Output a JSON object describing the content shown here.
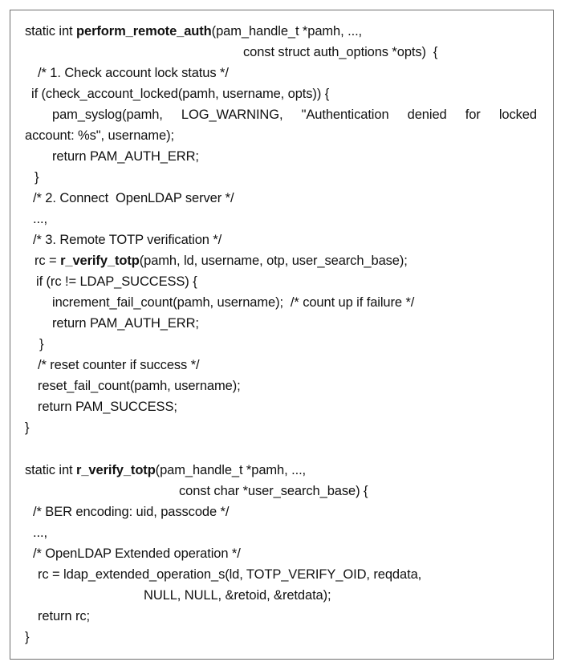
{
  "lines": [
    {
      "pre": "static int ",
      "bold": "perform_remote_auth",
      "post": "(pam_handle_t *pamh, ...,"
    },
    {
      "text": "const struct auth_options *opts)  {"
    },
    {
      "text": "/* 1. Check account lock status */"
    },
    {
      "text": "if (check_account_locked(pamh, username, opts)) {"
    },
    {
      "words": [
        "pam_syslog(pamh,",
        "LOG_WARNING,",
        "\"Authentication",
        "denied",
        "for",
        "locked"
      ]
    },
    {
      "text": "account: %s\", username);"
    },
    {
      "text": "return PAM_AUTH_ERR;"
    },
    {
      "text": "}"
    },
    {
      "text": "/* 2. Connect  OpenLDAP server */"
    },
    {
      "text": "...,"
    },
    {
      "text": "/* 3. Remote TOTP verification */"
    },
    {
      "pre": "rc = ",
      "bold": "r_verify_totp",
      "post": "(pamh, ld, username, otp, user_search_base);"
    },
    {
      "text": "if (rc != LDAP_SUCCESS) {"
    },
    {
      "text": "increment_fail_count(pamh, username);  /* count up if failure */"
    },
    {
      "text": "return PAM_AUTH_ERR;"
    },
    {
      "text": "}"
    },
    {
      "text": "/* reset counter if success */"
    },
    {
      "text": "reset_fail_count(pamh, username);"
    },
    {
      "text": "return PAM_SUCCESS;"
    },
    {
      "text": "}"
    },
    {
      "pre": "static int ",
      "bold": "r_verify_totp",
      "post": "(pam_handle_t *pamh, ...,"
    },
    {
      "text": "const char *user_search_base) {"
    },
    {
      "text": "/* BER encoding: uid, passcode */"
    },
    {
      "text": "...,"
    },
    {
      "text": "/* OpenLDAP Extended operation */"
    },
    {
      "text": "rc = ldap_extended_operation_s(ld, TOTP_VERIFY_OID, reqdata,"
    },
    {
      "text": "NULL, NULL, &retoid, &retdata);"
    },
    {
      "text": "return rc;"
    },
    {
      "text": "}"
    }
  ]
}
